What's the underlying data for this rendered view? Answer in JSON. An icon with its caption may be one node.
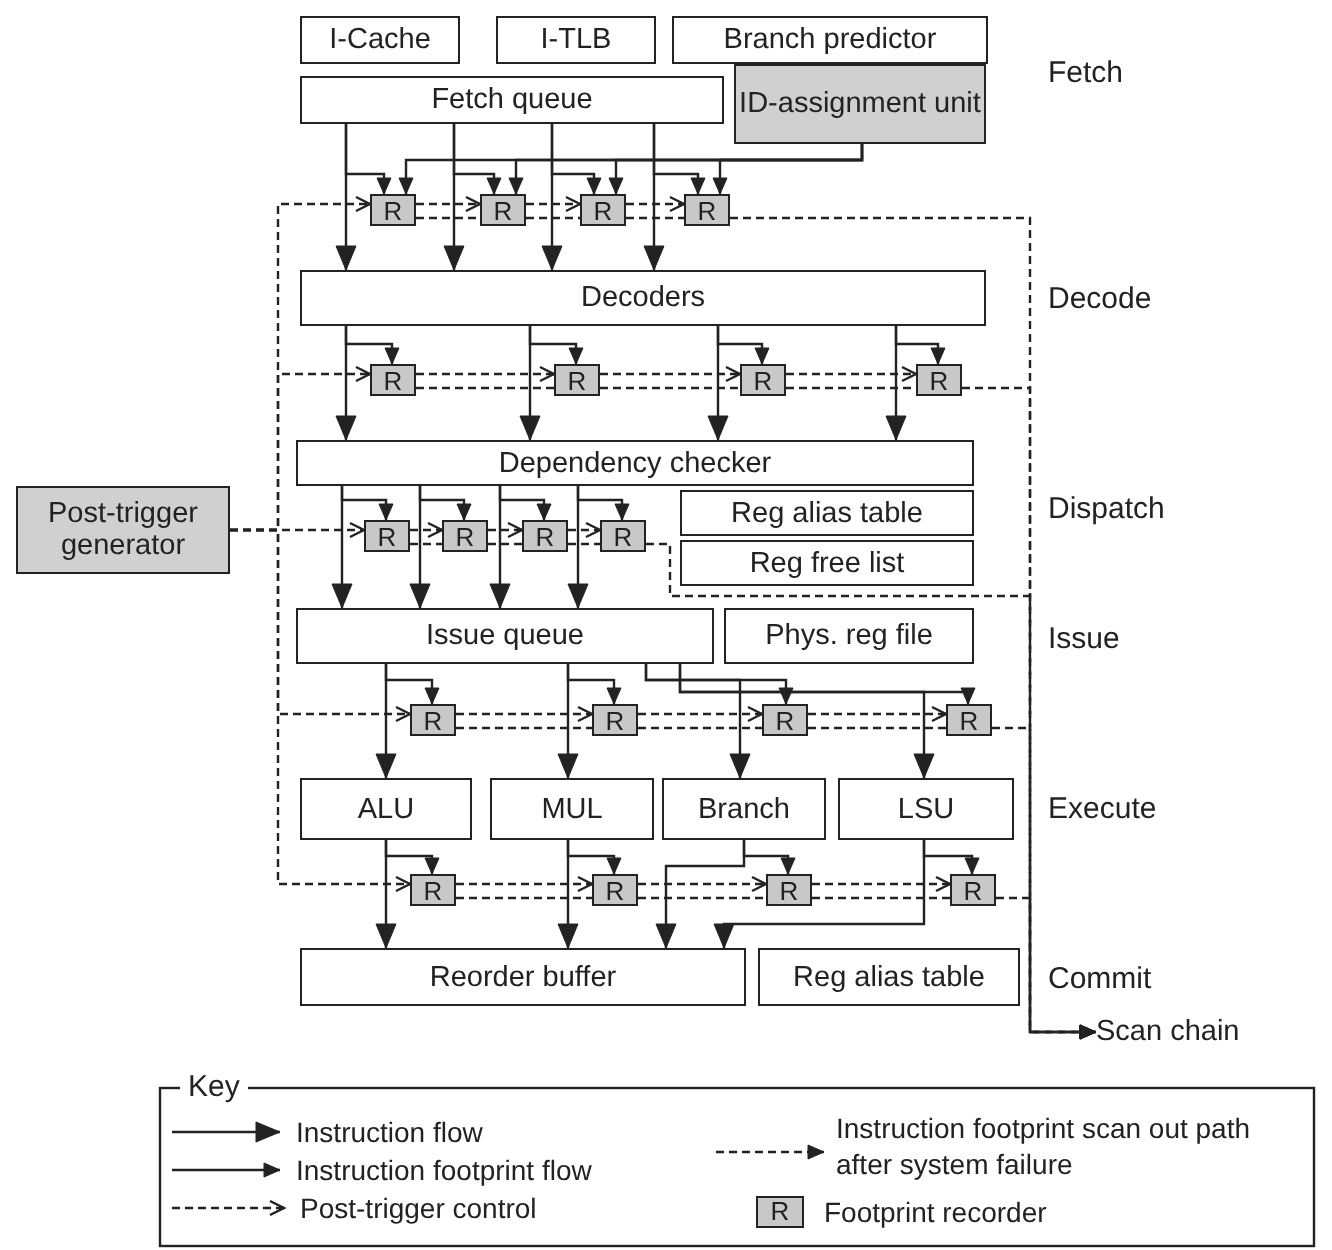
{
  "diagram": {
    "nodes": [
      {
        "text": [
          "I-Cache"
        ]
      },
      {
        "text": [
          "I-TLB"
        ]
      },
      {
        "text": [
          "Branch predictor"
        ]
      },
      {
        "text": [
          "Fetch queue"
        ]
      },
      {
        "text": [
          "ID-assignment unit"
        ]
      },
      {
        "text": [
          "R"
        ]
      },
      {
        "text": [
          "R"
        ]
      },
      {
        "text": [
          "R"
        ]
      },
      {
        "text": [
          "R"
        ]
      },
      {
        "text": [
          "Decoders"
        ]
      },
      {
        "text": [
          "R"
        ]
      },
      {
        "text": [
          "R"
        ]
      },
      {
        "text": [
          "R"
        ]
      },
      {
        "text": [
          "R"
        ]
      },
      {
        "text": [
          "Dependency checker"
        ]
      },
      {
        "text": [
          "Post-trigger generator"
        ]
      },
      {
        "text": [
          "R"
        ]
      },
      {
        "text": [
          "R"
        ]
      },
      {
        "text": [
          "R"
        ]
      },
      {
        "text": [
          "R"
        ]
      },
      {
        "text": [
          "Reg alias table"
        ]
      },
      {
        "text": [
          "Reg free list"
        ]
      },
      {
        "text": [
          "Issue queue"
        ]
      },
      {
        "text": [
          "Phys. reg file"
        ]
      },
      {
        "text": [
          "R"
        ]
      },
      {
        "text": [
          "R"
        ]
      },
      {
        "text": [
          "R"
        ]
      },
      {
        "text": [
          "R"
        ]
      },
      {
        "text": [
          "ALU"
        ]
      },
      {
        "text": [
          "MUL"
        ]
      },
      {
        "text": [
          "Branch"
        ]
      },
      {
        "text": [
          "LSU"
        ]
      },
      {
        "text": [
          "R"
        ]
      },
      {
        "text": [
          "R"
        ]
      },
      {
        "text": [
          "R"
        ]
      },
      {
        "text": [
          "R"
        ]
      },
      {
        "text": [
          "Reorder buffer"
        ]
      },
      {
        "text": [
          "Reg alias table"
        ]
      },
      {
        "text": [
          "Scan chain"
        ]
      }
    ],
    "edges": [
      {
        "from": 3,
        "to": 9,
        "arrow": "to"
      },
      {
        "from": 3,
        "to": 9,
        "arrow": "to"
      },
      {
        "from": 3,
        "to": 9,
        "arrow": "to"
      },
      {
        "from": 3,
        "to": 9,
        "arrow": "to"
      },
      {
        "from": 3,
        "to": 5,
        "arrow": "to"
      },
      {
        "from": 3,
        "to": 6,
        "arrow": "to"
      },
      {
        "from": 3,
        "to": 7,
        "arrow": "to"
      },
      {
        "from": 3,
        "to": 8,
        "arrow": "to"
      },
      {
        "from": 4,
        "to": 5,
        "arrow": "to"
      },
      {
        "from": 4,
        "to": 6,
        "arrow": "to"
      },
      {
        "from": 4,
        "to": 7,
        "arrow": "to"
      },
      {
        "from": 4,
        "to": 8,
        "arrow": "to"
      },
      {
        "from": 9,
        "to": 14,
        "arrow": "to"
      },
      {
        "from": 9,
        "to": 14,
        "arrow": "to"
      },
      {
        "from": 9,
        "to": 14,
        "arrow": "to"
      },
      {
        "from": 9,
        "to": 14,
        "arrow": "to"
      },
      {
        "from": 9,
        "to": 10,
        "arrow": "to"
      },
      {
        "from": 9,
        "to": 11,
        "arrow": "to"
      },
      {
        "from": 9,
        "to": 12,
        "arrow": "to"
      },
      {
        "from": 9,
        "to": 13,
        "arrow": "to"
      },
      {
        "from": 14,
        "to": 22,
        "arrow": "to"
      },
      {
        "from": 14,
        "to": 22,
        "arrow": "to"
      },
      {
        "from": 14,
        "to": 22,
        "arrow": "to"
      },
      {
        "from": 14,
        "to": 22,
        "arrow": "to"
      },
      {
        "from": 14,
        "to": 16,
        "arrow": "to"
      },
      {
        "from": 14,
        "to": 17,
        "arrow": "to"
      },
      {
        "from": 14,
        "to": 18,
        "arrow": "to"
      },
      {
        "from": 14,
        "to": 19,
        "arrow": "to"
      },
      {
        "from": 22,
        "to": 28,
        "arrow": "to"
      },
      {
        "from": 22,
        "to": 29,
        "arrow": "to"
      },
      {
        "from": 22,
        "to": 30,
        "arrow": "to"
      },
      {
        "from": 22,
        "to": 31,
        "arrow": "to"
      },
      {
        "from": 22,
        "to": 24,
        "arrow": "to"
      },
      {
        "from": 22,
        "to": 25,
        "arrow": "to"
      },
      {
        "from": 22,
        "to": 26,
        "arrow": "to"
      },
      {
        "from": 22,
        "to": 27,
        "arrow": "to"
      },
      {
        "from": 28,
        "to": 36,
        "arrow": "to"
      },
      {
        "from": 29,
        "to": 36,
        "arrow": "to"
      },
      {
        "from": 30,
        "to": 36,
        "arrow": "to"
      },
      {
        "from": 31,
        "to": 36,
        "arrow": "to"
      },
      {
        "from": 28,
        "to": 32,
        "arrow": "to"
      },
      {
        "from": 29,
        "to": 33,
        "arrow": "to"
      },
      {
        "from": 30,
        "to": 34,
        "arrow": "to"
      },
      {
        "from": 31,
        "to": 35,
        "arrow": "to"
      },
      {
        "from": 15,
        "to": 5,
        "arrow": "to",
        "style": "dashed"
      },
      {
        "from": 15,
        "to": 10,
        "arrow": "to",
        "style": "dashed"
      },
      {
        "from": 15,
        "to": 16,
        "arrow": "to",
        "style": "dashed"
      },
      {
        "from": 15,
        "to": 24,
        "arrow": "to",
        "style": "dashed"
      },
      {
        "from": 15,
        "to": 32,
        "arrow": "to",
        "style": "dashed"
      },
      {
        "from": 5,
        "to": 6,
        "arrow": "to",
        "style": "dashed"
      },
      {
        "from": 6,
        "to": 7,
        "arrow": "to",
        "style": "dashed"
      },
      {
        "from": 7,
        "to": 8,
        "arrow": "to",
        "style": "dashed"
      },
      {
        "from": 10,
        "to": 11,
        "arrow": "to",
        "style": "dashed"
      },
      {
        "from": 11,
        "to": 12,
        "arrow": "to",
        "style": "dashed"
      },
      {
        "from": 12,
        "to": 13,
        "arrow": "to",
        "style": "dashed"
      },
      {
        "from": 16,
        "to": 17,
        "arrow": "to",
        "style": "dashed"
      },
      {
        "from": 17,
        "to": 18,
        "arrow": "to",
        "style": "dashed"
      },
      {
        "from": 18,
        "to": 19,
        "arrow": "to",
        "style": "dashed"
      },
      {
        "from": 24,
        "to": 25,
        "arrow": "to",
        "style": "dashed"
      },
      {
        "from": 25,
        "to": 26,
        "arrow": "to",
        "style": "dashed"
      },
      {
        "from": 26,
        "to": 27,
        "arrow": "to",
        "style": "dashed"
      },
      {
        "from": 32,
        "to": 33,
        "arrow": "to",
        "style": "dashed"
      },
      {
        "from": 33,
        "to": 34,
        "arrow": "to",
        "style": "dashed"
      },
      {
        "from": 34,
        "to": 35,
        "arrow": "to",
        "style": "dashed"
      },
      {
        "from": 5,
        "to": 6,
        "arrow": "none",
        "style": "dashed"
      },
      {
        "from": 6,
        "to": 7,
        "arrow": "none",
        "style": "dashed"
      },
      {
        "from": 7,
        "to": 8,
        "arrow": "none",
        "style": "dashed"
      },
      {
        "from": 10,
        "to": 11,
        "arrow": "none",
        "style": "dashed"
      },
      {
        "from": 11,
        "to": 12,
        "arrow": "none",
        "style": "dashed"
      },
      {
        "from": 12,
        "to": 13,
        "arrow": "none",
        "style": "dashed"
      },
      {
        "from": 16,
        "to": 17,
        "arrow": "none",
        "style": "dashed"
      },
      {
        "from": 17,
        "to": 18,
        "arrow": "none",
        "style": "dashed"
      },
      {
        "from": 18,
        "to": 19,
        "arrow": "none",
        "style": "dashed"
      },
      {
        "from": 24,
        "to": 25,
        "arrow": "none",
        "style": "dashed"
      },
      {
        "from": 25,
        "to": 26,
        "arrow": "none",
        "style": "dashed"
      },
      {
        "from": 26,
        "to": 27,
        "arrow": "none",
        "style": "dashed"
      },
      {
        "from": 32,
        "to": 33,
        "arrow": "none",
        "style": "dashed"
      },
      {
        "from": 33,
        "to": 34,
        "arrow": "none",
        "style": "dashed"
      },
      {
        "from": 34,
        "to": 35,
        "arrow": "none",
        "style": "dashed"
      },
      {
        "from": 8,
        "to": 38,
        "arrow": "to",
        "style": "dashed"
      },
      {
        "from": 13,
        "to": 38,
        "arrow": "to",
        "style": "dashed"
      },
      {
        "from": 19,
        "to": 38,
        "arrow": "to",
        "style": "dashed"
      },
      {
        "from": 27,
        "to": 38,
        "arrow": "to",
        "style": "dashed"
      },
      {
        "from": 35,
        "to": 38,
        "arrow": "to",
        "style": "dashed"
      }
    ],
    "labels": [
      "Fetch",
      "Decode",
      "Dispatch",
      "Issue",
      "Execute",
      "Commit",
      "Key",
      "R"
    ],
    "legend": [
      {
        "text": "Instruction flow"
      },
      {
        "text": "Instruction footprint flow"
      },
      {
        "text": "Post-trigger control"
      },
      {
        "text": "Instruction footprint scan out path after system failure"
      },
      {
        "text": "Footprint recorder"
      }
    ]
  }
}
